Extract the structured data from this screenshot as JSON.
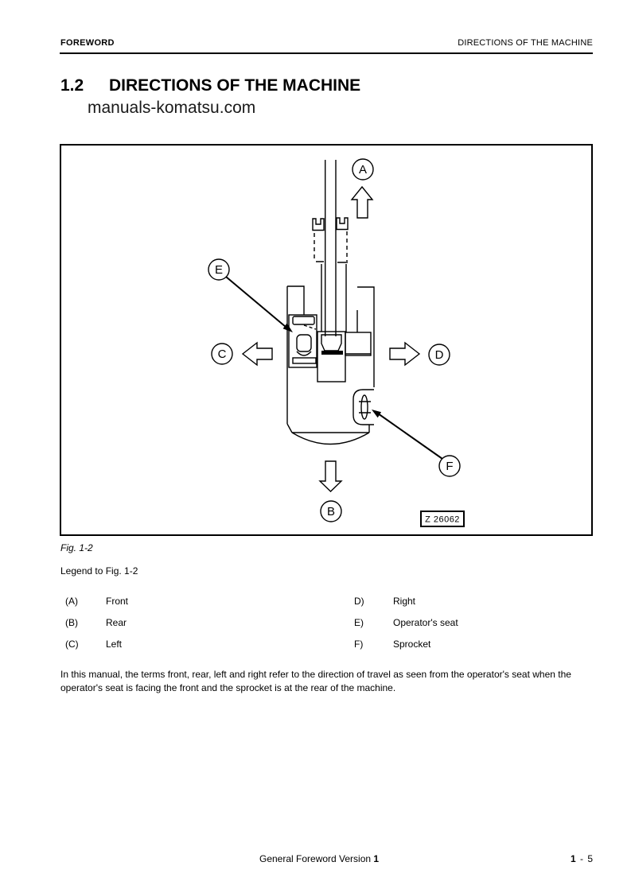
{
  "page": {
    "header_left": "FOREWORD",
    "header_right": "DIRECTIONS OF THE MACHINE",
    "title_number": "1.2",
    "title_text": "DIRECTIONS OF THE MACHINE",
    "watermark": "manuals-komatsu.com",
    "fig_caption": "Fig. 1-2",
    "legend_heading": "Legend to Fig. 1-2",
    "body_text": "In this manual, the terms front, rear, left and right refer to the direction of travel as seen from the operator's seat when the operator's seat is facing the front and the sprocket is at the rear of the machine.",
    "footer_center": "General Foreword Version",
    "footer_center_num": "1",
    "footer_page_chapter": "1",
    "footer_page_sep": " - ",
    "footer_page_num": "5"
  },
  "figure": {
    "description": "Top view of tracked excavator with direction arrows",
    "drawing_number": "Z 26062",
    "labels": {
      "a": "A",
      "b": "B",
      "c": "C",
      "d": "D",
      "e": "E",
      "f": "F"
    }
  },
  "legend": {
    "rows": [
      {
        "lk": "(A)",
        "lv": "Front",
        "rk": "D)",
        "rv": "Right"
      },
      {
        "lk": "(B)",
        "lv": "Rear",
        "rk": "E)",
        "rv": "Operator's seat"
      },
      {
        "lk": "(C)",
        "lv": "Left",
        "rk": "F)",
        "rv": "Sprocket"
      }
    ]
  },
  "colors": {
    "ink": "#000000",
    "paper": "#ffffff"
  }
}
